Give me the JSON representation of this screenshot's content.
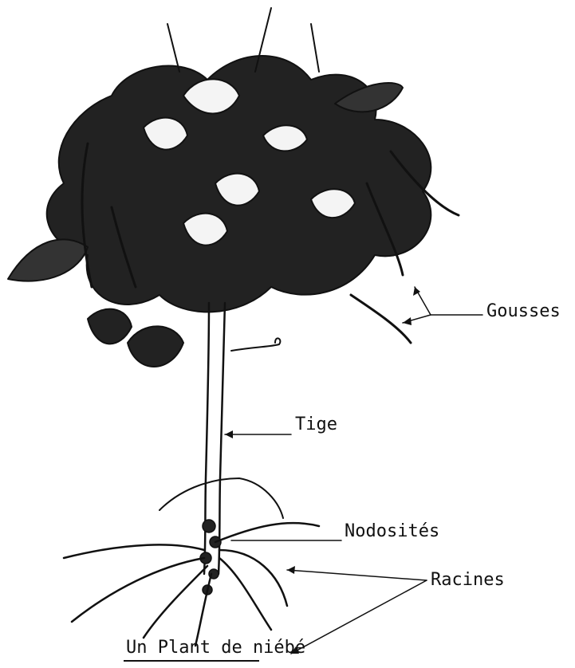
{
  "labels": {
    "pods": "Gousses",
    "stem": "Tige",
    "nodules": "Nodosités",
    "roots": "Racines"
  },
  "caption": "Un Plant de niébé"
}
